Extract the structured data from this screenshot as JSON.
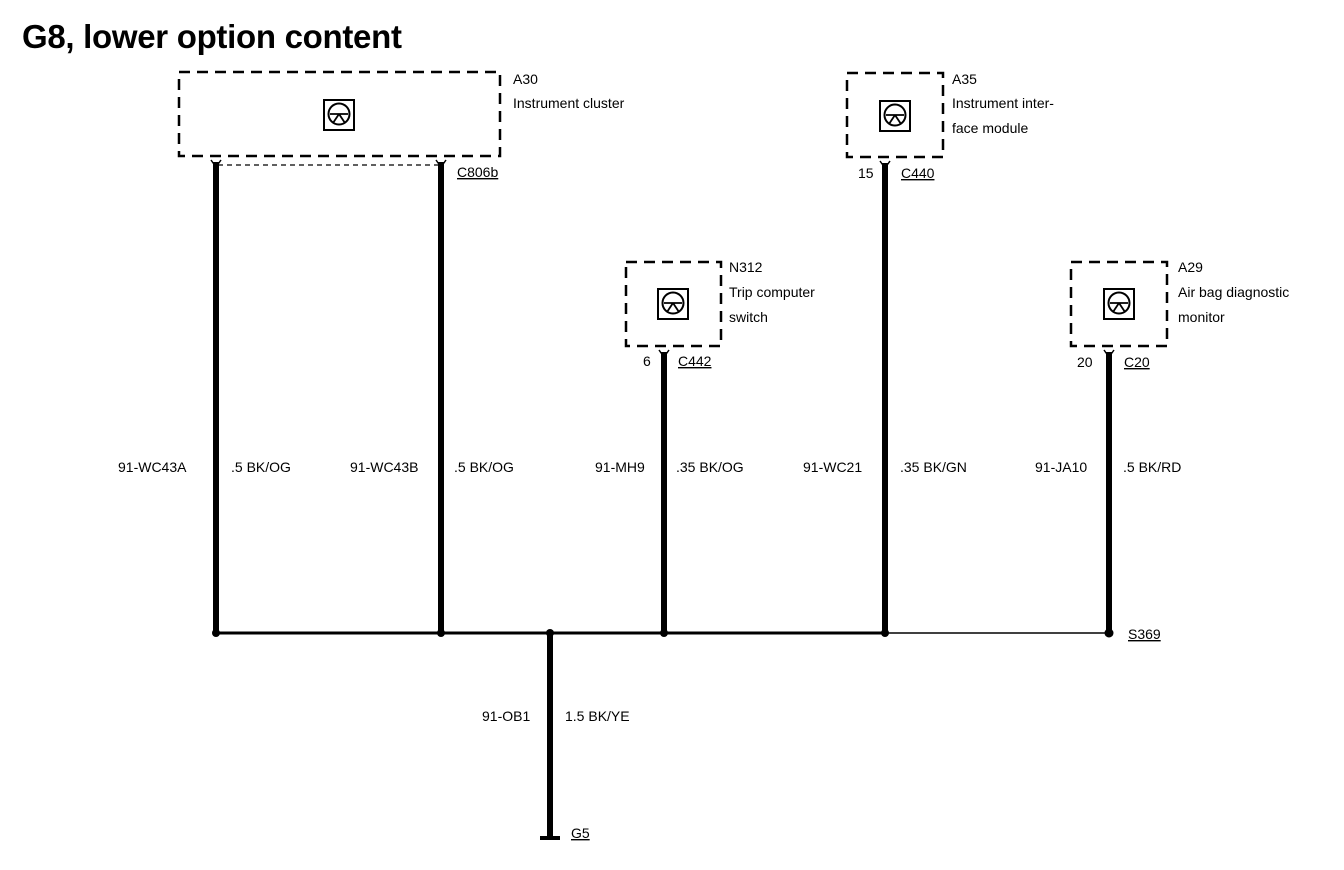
{
  "title": "G8, lower option content",
  "components": [
    {
      "id": "A30",
      "name": "Instrument cluster",
      "name2": "",
      "connector": "C806b",
      "pin": ""
    },
    {
      "id": "A35",
      "name": "Instrument inter-",
      "name2": "face module",
      "connector": "C440",
      "pin": "15"
    },
    {
      "id": "N312",
      "name": "Trip computer",
      "name2": "switch",
      "connector": "C442",
      "pin": "6"
    },
    {
      "id": "A29",
      "name": "Air bag diagnostic",
      "name2": "monitor",
      "connector": "C20",
      "pin": "20"
    }
  ],
  "wires": [
    {
      "circuit": "91-WC43A",
      "spec": ".5 BK/OG"
    },
    {
      "circuit": "91-WC43B",
      "spec": ".5 BK/OG"
    },
    {
      "circuit": "91-MH9",
      "spec": ".35 BK/OG"
    },
    {
      "circuit": "91-WC21",
      "spec": ".35 BK/GN"
    },
    {
      "circuit": "91-JA10",
      "spec": ".5 BK/RD"
    },
    {
      "circuit": "91-OB1",
      "spec": "1.5 BK/YE"
    }
  ],
  "splice": "S369",
  "ground": "G5"
}
